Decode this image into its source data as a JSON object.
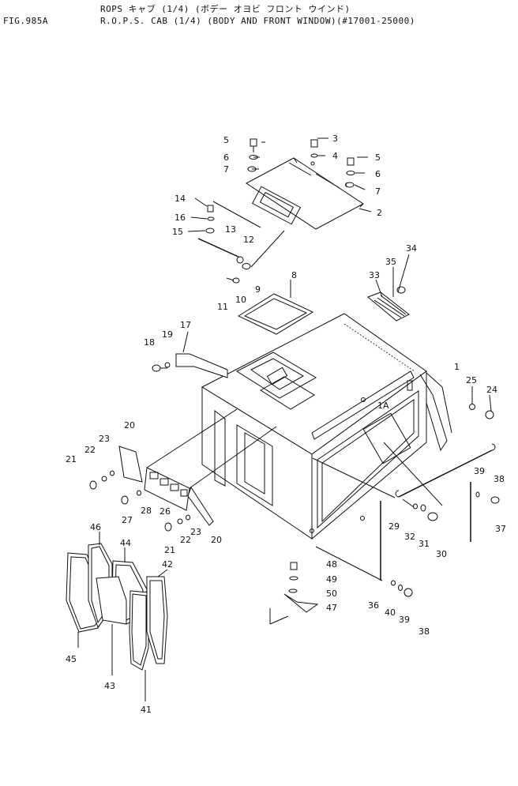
{
  "header": {
    "fig_number": "FIG.985A",
    "title_jp": "ROPS キャブ (1/4) (ボデー オヨビ フロント ウインド)",
    "title_en": "R.O.P.S. CAB (1/4) (BODY AND FRONT WINDOW)(#17001-25000)"
  },
  "callouts": [
    {
      "id": "c-5a",
      "label": "5"
    },
    {
      "id": "c-6a",
      "label": "6"
    },
    {
      "id": "c-7a",
      "label": "7"
    },
    {
      "id": "c-3",
      "label": "3"
    },
    {
      "id": "c-4",
      "label": "4"
    },
    {
      "id": "c-5b",
      "label": "5"
    },
    {
      "id": "c-6b",
      "label": "6"
    },
    {
      "id": "c-7b",
      "label": "7"
    },
    {
      "id": "c-2",
      "label": "2"
    },
    {
      "id": "c-14",
      "label": "14"
    },
    {
      "id": "c-16",
      "label": "16"
    },
    {
      "id": "c-15",
      "label": "15"
    },
    {
      "id": "c-13",
      "label": "13"
    },
    {
      "id": "c-12",
      "label": "12"
    },
    {
      "id": "c-9",
      "label": "9"
    },
    {
      "id": "c-10",
      "label": "10"
    },
    {
      "id": "c-11",
      "label": "11"
    },
    {
      "id": "c-8",
      "label": "8"
    },
    {
      "id": "c-35",
      "label": "35"
    },
    {
      "id": "c-34",
      "label": "34"
    },
    {
      "id": "c-33",
      "label": "33"
    },
    {
      "id": "c-18",
      "label": "18"
    },
    {
      "id": "c-19",
      "label": "19"
    },
    {
      "id": "c-17",
      "label": "17"
    },
    {
      "id": "c-1",
      "label": "1"
    },
    {
      "id": "c-25",
      "label": "25"
    },
    {
      "id": "c-24",
      "label": "24"
    },
    {
      "id": "c-1a",
      "label": "1A"
    },
    {
      "id": "c-20a",
      "label": "20"
    },
    {
      "id": "c-23a",
      "label": "23"
    },
    {
      "id": "c-22a",
      "label": "22"
    },
    {
      "id": "c-21a",
      "label": "21"
    },
    {
      "id": "c-27",
      "label": "27"
    },
    {
      "id": "c-28",
      "label": "28"
    },
    {
      "id": "c-26",
      "label": "26"
    },
    {
      "id": "c-23b",
      "label": "23"
    },
    {
      "id": "c-22b",
      "label": "22"
    },
    {
      "id": "c-21b",
      "label": "21"
    },
    {
      "id": "c-20b",
      "label": "20"
    },
    {
      "id": "c-39a",
      "label": "39"
    },
    {
      "id": "c-38a",
      "label": "38"
    },
    {
      "id": "c-29",
      "label": "29"
    },
    {
      "id": "c-32",
      "label": "32"
    },
    {
      "id": "c-31",
      "label": "31"
    },
    {
      "id": "c-30",
      "label": "30"
    },
    {
      "id": "c-37",
      "label": "37"
    },
    {
      "id": "c-46",
      "label": "46"
    },
    {
      "id": "c-44",
      "label": "44"
    },
    {
      "id": "c-42",
      "label": "42"
    },
    {
      "id": "c-48",
      "label": "48"
    },
    {
      "id": "c-49",
      "label": "49"
    },
    {
      "id": "c-50",
      "label": "50"
    },
    {
      "id": "c-47",
      "label": "47"
    },
    {
      "id": "c-36",
      "label": "36"
    },
    {
      "id": "c-40",
      "label": "40"
    },
    {
      "id": "c-39b",
      "label": "39"
    },
    {
      "id": "c-38b",
      "label": "38"
    },
    {
      "id": "c-45",
      "label": "45"
    },
    {
      "id": "c-43",
      "label": "43"
    },
    {
      "id": "c-41",
      "label": "41"
    }
  ]
}
